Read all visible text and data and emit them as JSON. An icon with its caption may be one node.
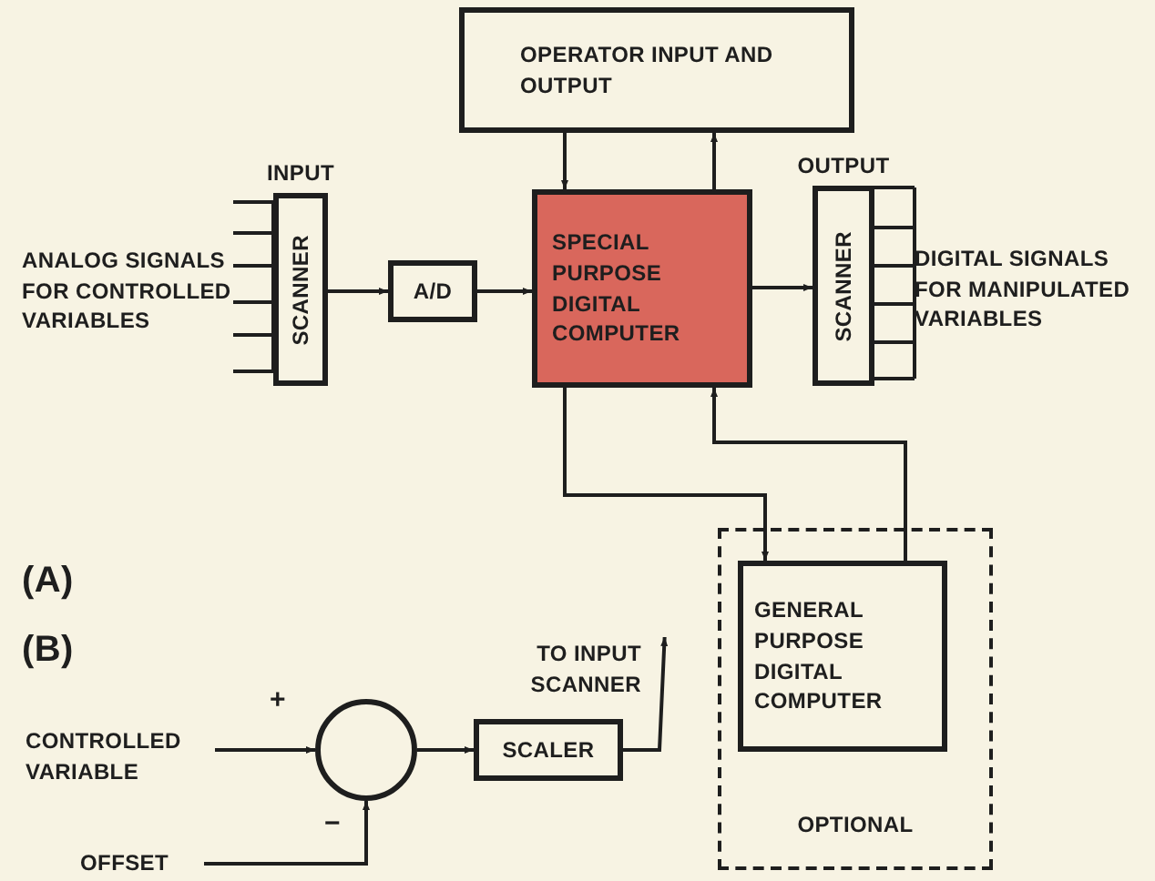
{
  "diagram": {
    "nodes": [
      {
        "text": [
          "OPERATOR INPUT AND OUTPUT"
        ]
      },
      {
        "text": [
          "ANALOG SIGNALS FOR CONTROLLED VARIABLES"
        ]
      },
      {
        "text": [
          "SCANNER"
        ],
        "beside": [
          "INPUT"
        ]
      },
      {
        "text": [
          "A/D"
        ]
      },
      {
        "text": [
          "SPECIAL PURPOSE DIGITAL COMPUTER"
        ]
      },
      {
        "text": [
          "SCANNER"
        ],
        "beside": [
          "OUTPUT"
        ]
      },
      {
        "text": [
          "DIGITAL SIGNALS FOR MANIPULATED VARIABLES"
        ]
      },
      {
        "text": [
          "OPTIONAL"
        ]
      },
      {
        "text": [
          "GENERAL PURPOSE DIGITAL COMPUTER"
        ],
        "in": 7
      },
      {
        "text": [
          "CONTROLLED VARIABLE"
        ]
      },
      {
        "text": [
          "OFFSET"
        ]
      },
      {
        "text": [],
        "shape": "circle",
        "beside": [
          "+",
          "−"
        ]
      },
      {
        "text": [
          "SCALER"
        ]
      },
      {
        "text": [
          "TO INPUT SCANNER"
        ]
      }
    ],
    "edges": [
      {
        "from": 0,
        "to": 4,
        "arrow": "to"
      },
      {
        "from": 4,
        "to": 0,
        "arrow": "to"
      },
      {
        "from": 1,
        "to": 2,
        "arrow": "none"
      },
      {
        "from": 2,
        "to": 3,
        "arrow": "to"
      },
      {
        "from": 3,
        "to": 4,
        "arrow": "to"
      },
      {
        "from": 4,
        "to": 5,
        "arrow": "to"
      },
      {
        "from": 5,
        "to": 6,
        "arrow": "none"
      },
      {
        "from": 4,
        "to": 8,
        "arrow": "to"
      },
      {
        "from": 8,
        "to": 4,
        "arrow": "to"
      },
      {
        "from": 9,
        "to": 11,
        "arrow": "to"
      },
      {
        "from": 10,
        "to": 11,
        "arrow": "to"
      },
      {
        "from": 11,
        "to": 12,
        "arrow": "to"
      },
      {
        "from": 12,
        "to": 13,
        "arrow": "to"
      }
    ],
    "labels": [
      "(A)",
      "(B)"
    ]
  }
}
